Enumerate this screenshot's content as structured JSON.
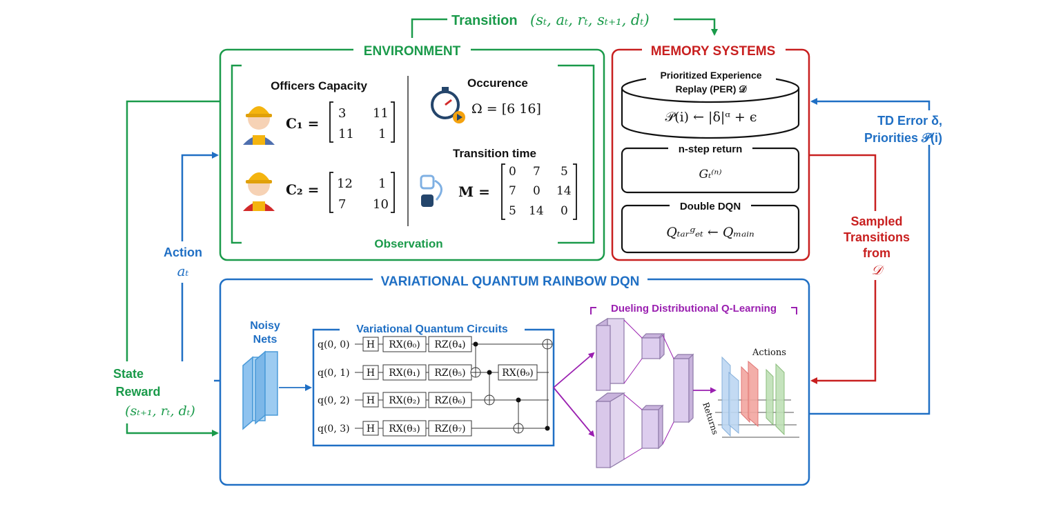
{
  "colors": {
    "green": "#1a9a4a",
    "red": "#c81f1f",
    "blue": "#1f6fc4",
    "purple": "#9a1fb0",
    "black": "#111111",
    "vqc_blue": "#1f6fc4"
  },
  "transition_label": "Transition",
  "transition_tuple": "(sₜ, aₜ, rₜ, sₜ₊₁, dₜ)",
  "environment": {
    "title": "ENVIRONMENT",
    "officers_title": "Officers Capacity",
    "c1_label": "C₁ =",
    "c1_matrix": [
      [
        "3",
        "11"
      ],
      [
        "11",
        "1"
      ]
    ],
    "c2_label": "C₂ =",
    "c2_matrix": [
      [
        "12",
        "1"
      ],
      [
        "7",
        "10"
      ]
    ],
    "occurence_title": "Occurence",
    "omega_label": "Ω = [6  16]",
    "transition_time_title": "Transition time",
    "m_label": "M =",
    "m_matrix": [
      [
        "0",
        "7",
        "5"
      ],
      [
        "7",
        "0",
        "14"
      ],
      [
        "5",
        "14",
        "0"
      ]
    ],
    "observation_label": "Observation"
  },
  "memory": {
    "title": "MEMORY SYSTEMS",
    "per_title_line1": "Prioritized Experience",
    "per_title_line2": "Replay (PER) 𝒟",
    "per_formula": "𝒫(i) ← |δ|ᵅ + ϵ",
    "nstep_title": "n-step return",
    "nstep_formula": "Gₜ⁽ⁿ⁾",
    "ddqn_title": "Double DQN",
    "ddqn_formula": "Qₜₐᵣᵍₑₜ ← Qₘₐᵢₙ"
  },
  "td_error": {
    "line1": "TD Error δ,",
    "line2": "Priorities  𝒫(i)"
  },
  "sampled": {
    "line1": "Sampled",
    "line2": "Transitions",
    "line3": "from",
    "line4": "𝒟"
  },
  "action": {
    "line1": "Action",
    "line2": "aₜ"
  },
  "state_reward": {
    "line1": "State",
    "line2": "Reward",
    "line3": "(sₜ₊₁, rₜ, dₜ)"
  },
  "vqr": {
    "title": "VARIATIONAL QUANTUM RAINBOW DQN",
    "noisy_line1": "Noisy",
    "noisy_line2": "Nets",
    "vqc_title": "Variational Quantum Circuits",
    "qubits": [
      "q(0, 0)",
      "q(0, 1)",
      "q(0, 2)",
      "q(0, 3)"
    ],
    "h_gate": "H",
    "rx_gates": [
      "RX(θ₀)",
      "RX(θ₁)",
      "RX(θ₂)",
      "RX(θ₃)"
    ],
    "rz_gates": [
      "RZ(θ₄)",
      "RZ(θ₅)",
      "RZ(θ₆)",
      "RZ(θ₇)"
    ],
    "rx9_gate": "RX(θ₉)",
    "dueling_title": "Dueling Distributional Q-Learning",
    "actions_label": "Actions",
    "returns_label": "Returns"
  }
}
